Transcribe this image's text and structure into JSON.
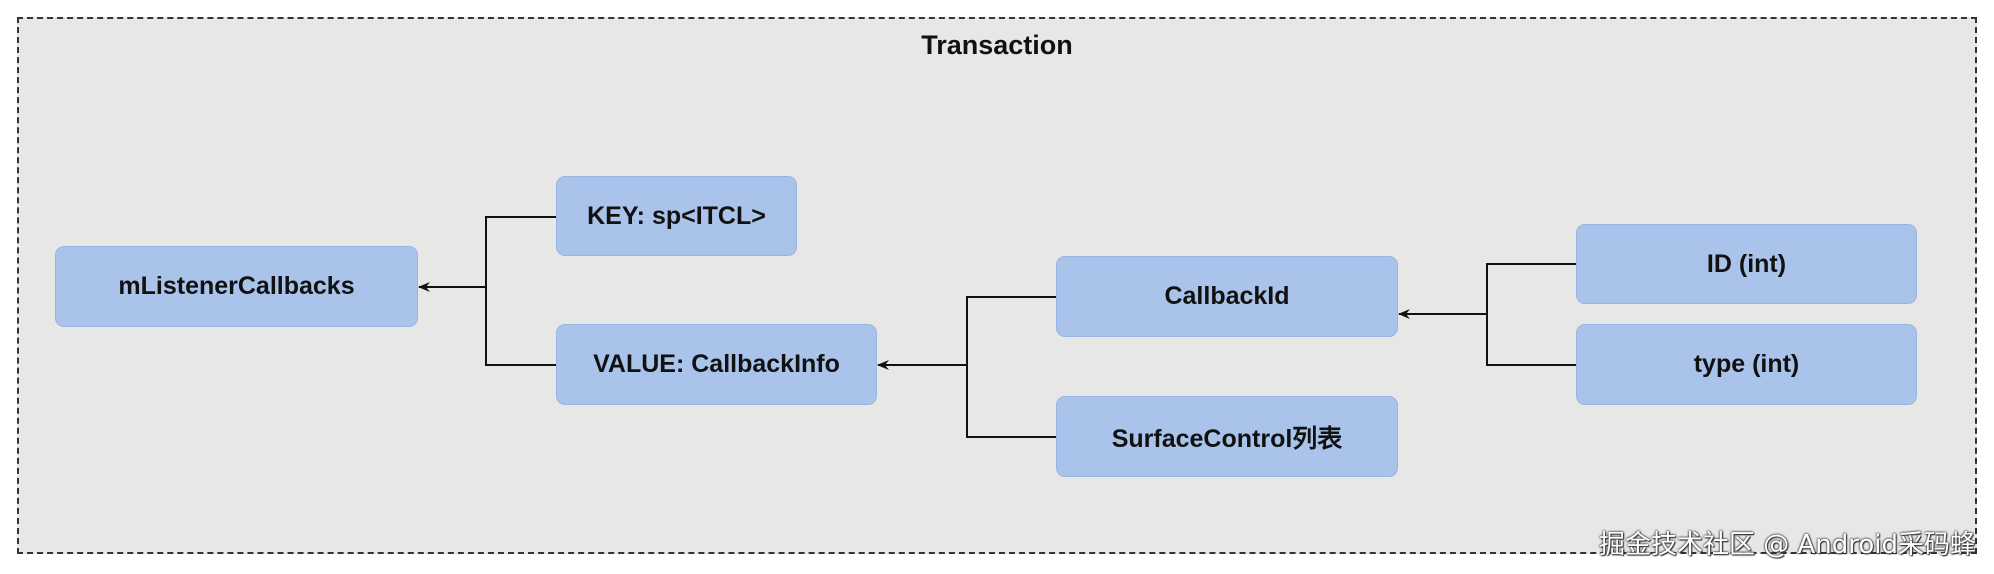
{
  "diagram": {
    "title": "Transaction",
    "nodes": {
      "listener": "mListenerCallbacks",
      "key": "KEY: sp<ITCL>",
      "value": "VALUE: CallbackInfo",
      "callback_id": "CallbackId",
      "surface_control": "SurfaceControl列表",
      "id": "ID (int)",
      "type": "type (int)"
    },
    "colors": {
      "node_fill": "#a9c3ea",
      "frame_fill": "#e7e7e6",
      "line": "#111111"
    }
  },
  "footer": {
    "text": "掘金技术社区 @ Android采码蜂"
  }
}
